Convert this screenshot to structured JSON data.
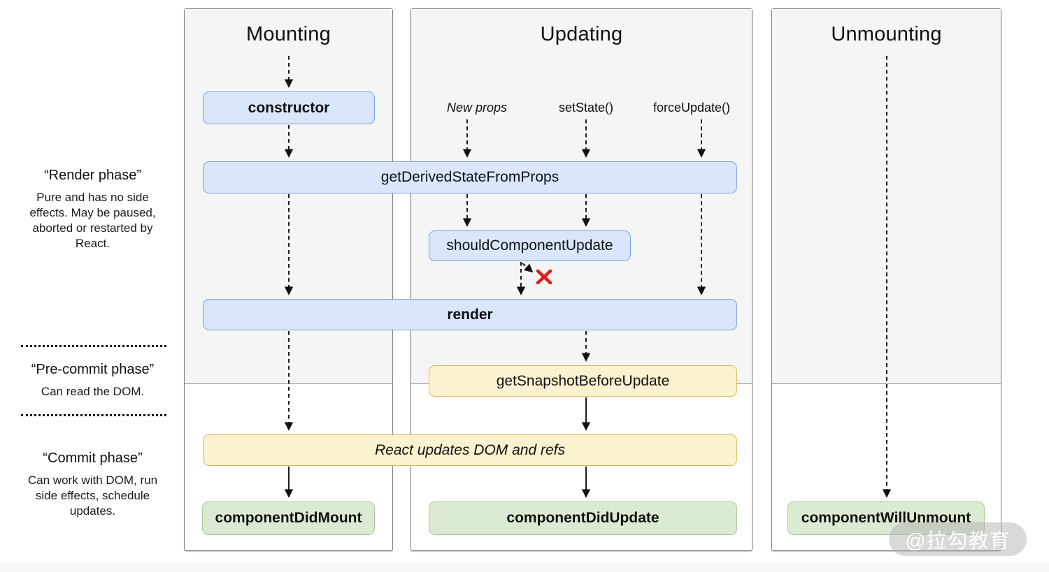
{
  "columns": {
    "mounting": "Mounting",
    "updating": "Updating",
    "unmounting": "Unmounting"
  },
  "boxes": {
    "constructor": "constructor",
    "get_derived_state_from_props": "getDerivedStateFromProps",
    "should_component_update": "shouldComponentUpdate",
    "render": "render",
    "get_snapshot_before_update": "getSnapshotBeforeUpdate",
    "react_updates_dom": "React updates DOM and refs",
    "component_did_mount": "componentDidMount",
    "component_did_update": "componentDidUpdate",
    "component_will_unmount": "componentWillUnmount"
  },
  "triggers": {
    "new_props": "New props",
    "set_state": "setState()",
    "force_update": "forceUpdate()"
  },
  "phases": {
    "render": {
      "title": "“Render phase”",
      "desc": "Pure and has no side effects. May be paused, aborted or restarted by React."
    },
    "pre_commit": {
      "title": "“Pre-commit phase”",
      "desc": "Can read the DOM."
    },
    "commit": {
      "title": "“Commit phase”",
      "desc": "Can work with DOM, run side effects, schedule updates."
    }
  },
  "watermark": "@拉勾教育",
  "icons": {
    "reject_x": "red-x-rejected-update"
  },
  "colors": {
    "box_blue_fill": "#d9e6fb",
    "box_blue_border": "#7ea2e0",
    "box_yellow_fill": "#fdf2cf",
    "box_yellow_border": "#ddb95e",
    "box_green_fill": "#dbead3",
    "box_green_border": "#a6c89c",
    "render_phase_bg": "#f5f5f5",
    "column_border": "#7d7d7d",
    "arrow": "#111111",
    "reject_x": "#e11b1b"
  }
}
